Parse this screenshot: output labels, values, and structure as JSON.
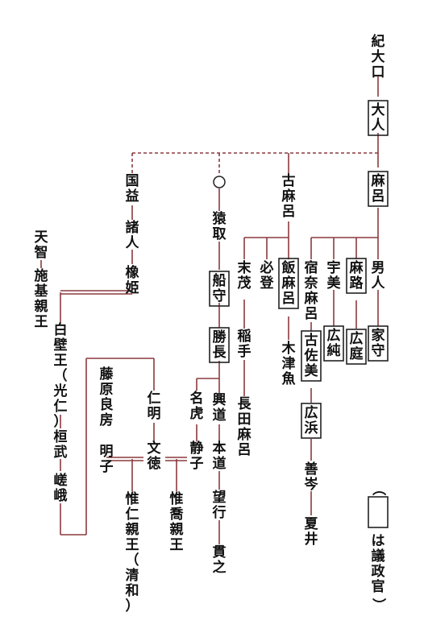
{
  "people": {
    "ki_oguchi": "紀大口",
    "oohito": "大人",
    "maro": "麻呂",
    "kokuyaku": "国益",
    "morohito": "諸人",
    "tochihime": "橡姫",
    "unknown": "○",
    "saru": "猿取",
    "funamori": "船守",
    "katsunaga": "勝長",
    "komaro": "古麻呂",
    "suemochi": "末茂",
    "hitsuto": "必登",
    "iimaro": "飯麻呂",
    "kitsuna": "木津魚",
    "inate": "稲手",
    "nagata_maro": "長田麻呂",
    "okimichi": "興道",
    "motomichi": "本道",
    "mochiyuki": "望行",
    "tsurayuki": "貫之",
    "natora": "名虎",
    "shizuko": "静子",
    "koretaka": "惟喬親王",
    "otoko": "男人",
    "ietsugu": "家守",
    "maji": "麻路",
    "hironiwa": "広庭",
    "umami": "宇美",
    "hirozumi": "広純",
    "sukuna_maro": "宿奈麻呂",
    "kosami": "古佐美",
    "hirohama": "広浜",
    "yoshimine": "善岑",
    "natsui": "夏井",
    "tenji": "天智",
    "shiki": "施基親王",
    "shirakabe": "白壁王（光仁）",
    "kanmu": "桓武",
    "saga": "嵯峨",
    "ninmyo": "仁明",
    "montoku": "文徳",
    "fujiwara_yoshifusa": "藤原良房",
    "akirakeiko": "明子",
    "korehito": "惟仁親王（清和）"
  },
  "legend": {
    "note": "は議政官",
    "paren_open": "（",
    "paren_close": "）"
  },
  "colors": {
    "line": "#8b3a3e",
    "text": "#111111",
    "box": "#222222"
  }
}
